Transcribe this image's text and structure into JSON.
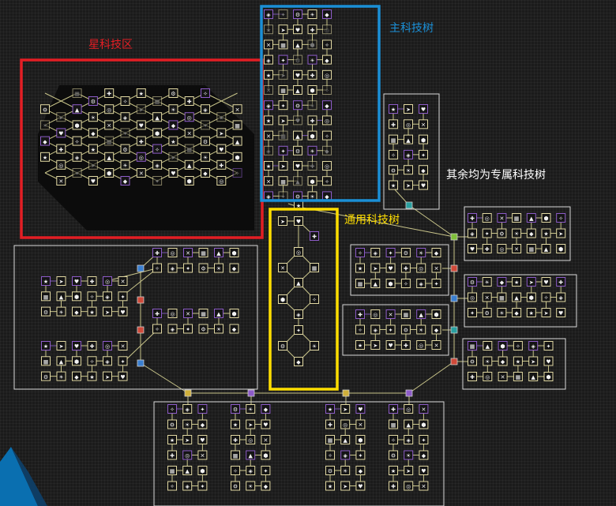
{
  "labels": {
    "star": "星科技区",
    "main": "主科技树",
    "general": "通用科技树",
    "exclusive": "其余均为专属科技树"
  },
  "colors": {
    "background": "#1b1b1b",
    "node_border": "#e2d9a3",
    "node_fill": "#141414",
    "node_border_alt": "#8e5cc9",
    "line": "#c9c58a",
    "line_alt": "#7a55b0",
    "region_outline": "#d8d8d8",
    "star_region": "#e31e24",
    "main_region": "#1b8fd6",
    "general_region": "#ffde00",
    "label_star": "#e31e24",
    "label_main": "#1b8fd6",
    "label_general": "#ffde00",
    "label_exclusive": "#ffffff",
    "star_region_fill": "#0c0c0c",
    "accent_blue": "#0a6fb0"
  },
  "icons": [
    "sword-icon",
    "gear-icon",
    "bulb-icon",
    "shield-icon",
    "star-icon",
    "arrow-icon",
    "heart-icon",
    "wrench-icon",
    "cog-icon",
    "crossed-arrows-icon",
    "building-icon",
    "chart-icon"
  ]
}
